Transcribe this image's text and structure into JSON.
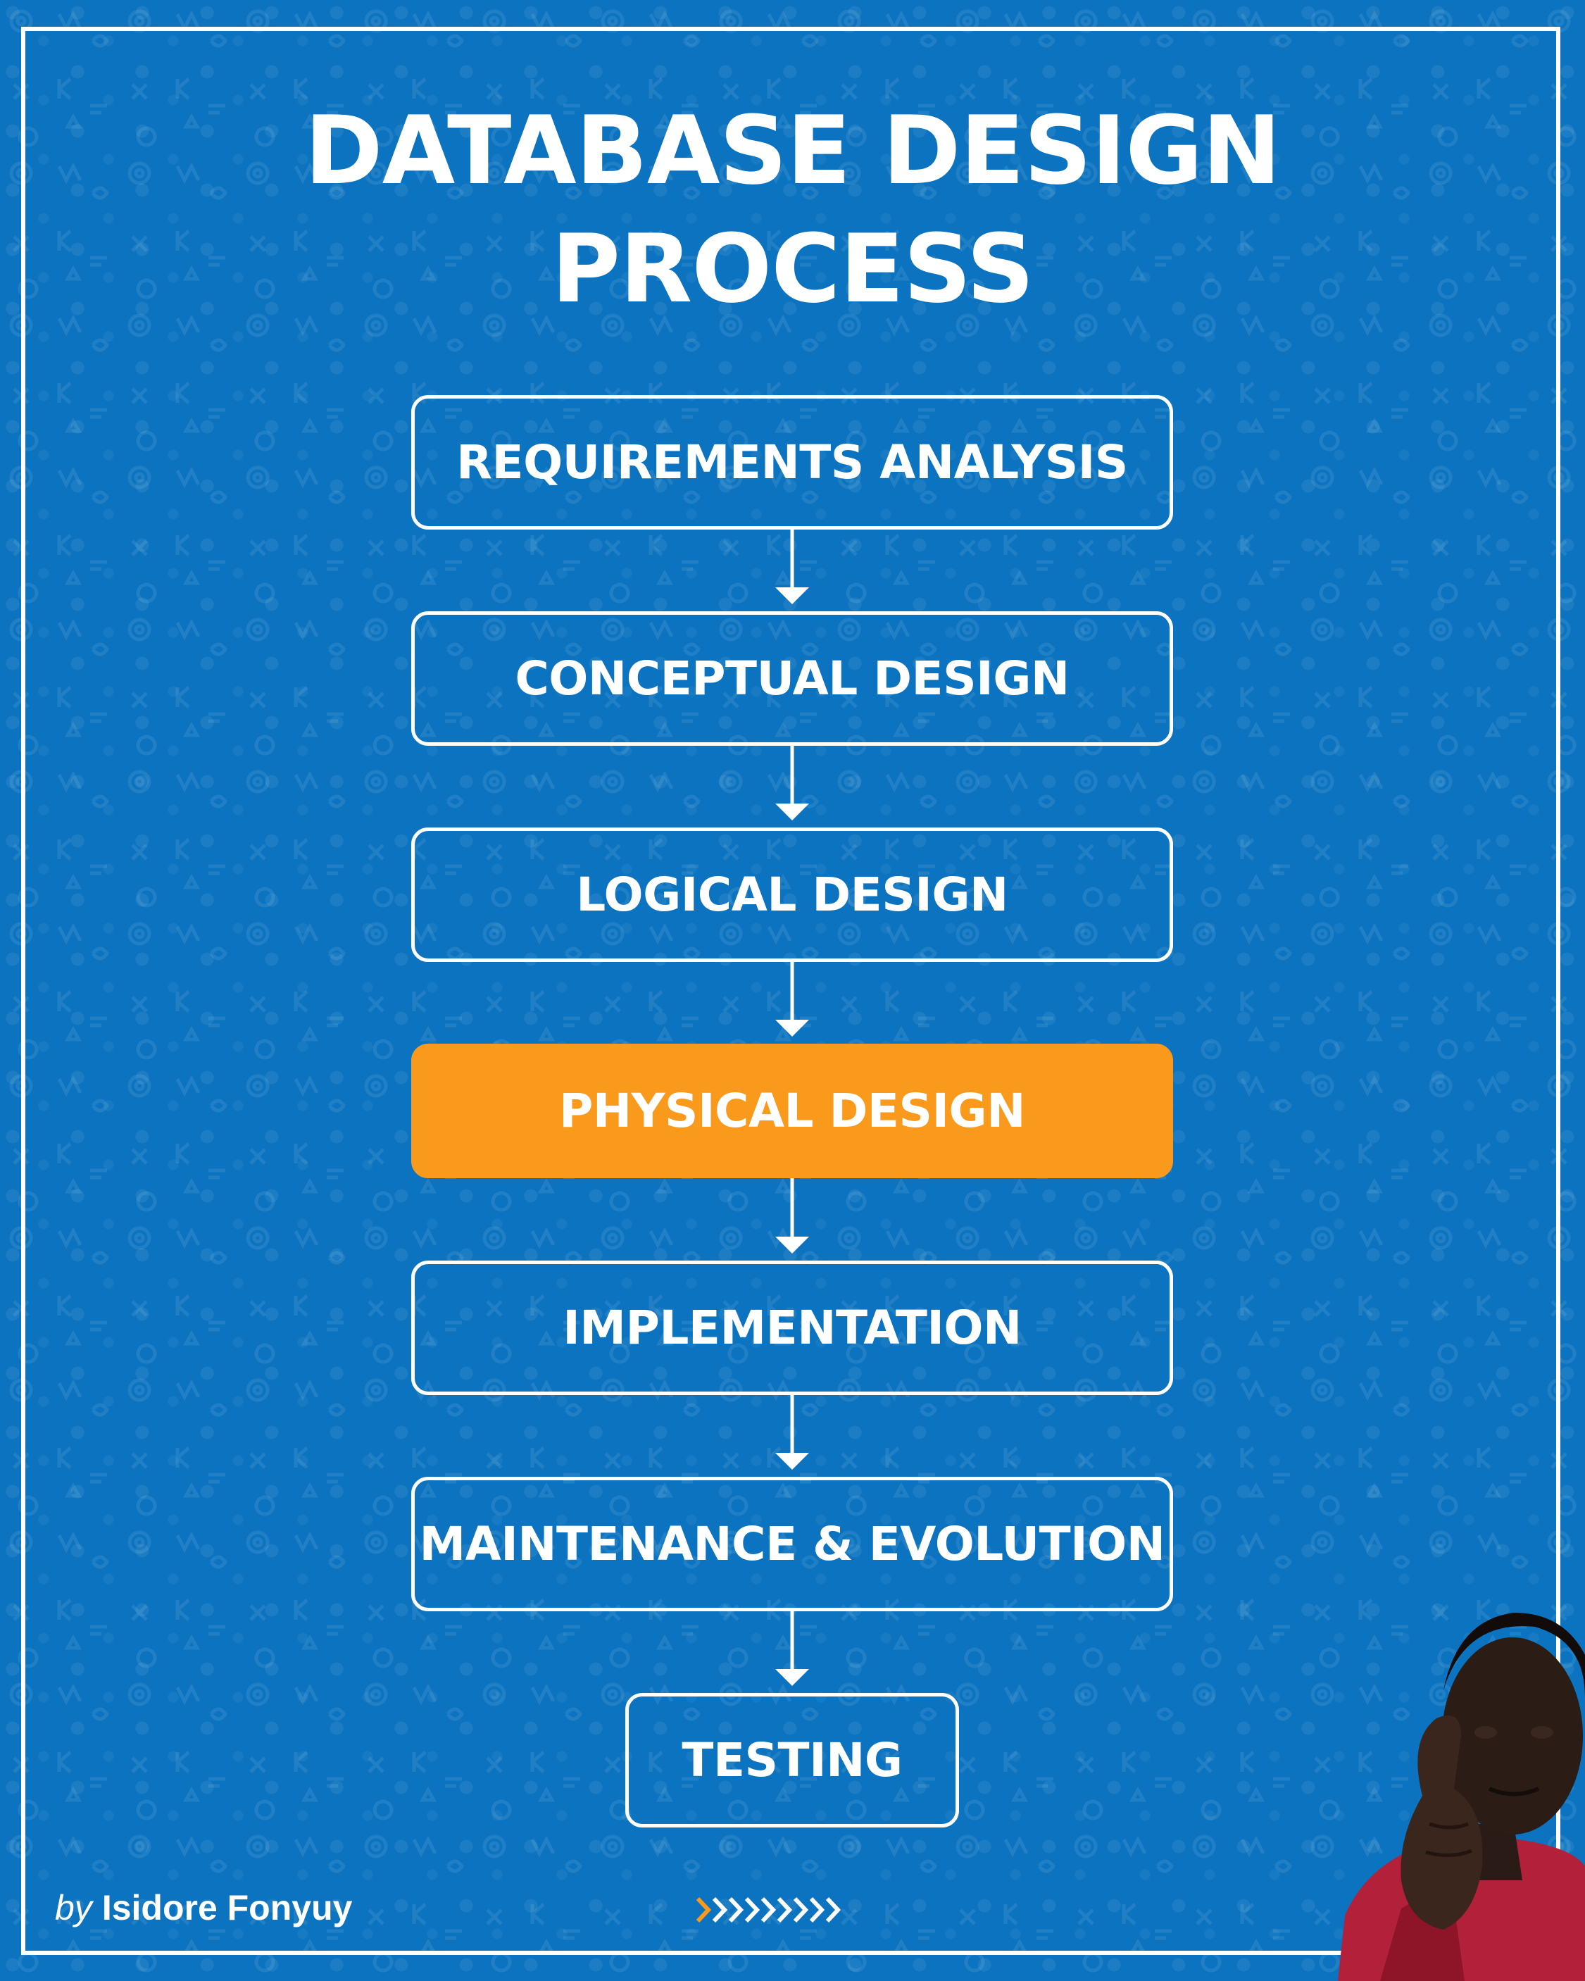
{
  "title": {
    "line1": "DATABASE DESIGN",
    "line2": "PROCESS"
  },
  "steps": [
    {
      "label": "REQUIREMENTS ANALYSIS",
      "highlighted": false
    },
    {
      "label": "CONCEPTUAL DESIGN",
      "highlighted": false
    },
    {
      "label": "LOGICAL DESIGN",
      "highlighted": false
    },
    {
      "label": "PHYSICAL DESIGN",
      "highlighted": true
    },
    {
      "label": "IMPLEMENTATION",
      "highlighted": false
    },
    {
      "label": "MAINTENANCE & EVOLUTION",
      "highlighted": false
    },
    {
      "label": "TESTING",
      "highlighted": false
    }
  ],
  "byline": {
    "prefix": "by",
    "author": "Isidore Fonyuy"
  },
  "colors": {
    "background": "#0b73bf",
    "highlight": "#f99a1d",
    "foreground": "#ffffff"
  },
  "icons": [
    "swipe-chevrons-icon",
    "author-photo"
  ]
}
